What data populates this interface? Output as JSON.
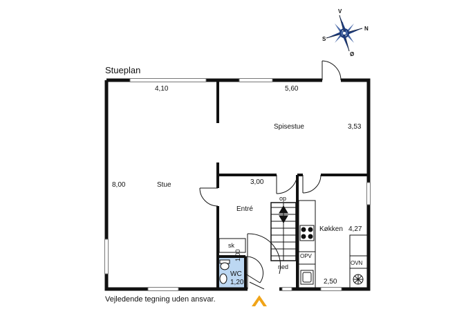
{
  "plan_title": "Stueplan",
  "disclaimer": "Vejledende tegning uden ansvar.",
  "compass": {
    "north": "N",
    "south": "S",
    "east": "Ø",
    "west": "V"
  },
  "rooms": {
    "stue": "Stue",
    "spisestue": "Spisestue",
    "entre": "Entré",
    "kokken": "Køkken",
    "wc": "WC",
    "skab": "sk"
  },
  "stairs": {
    "up": "op",
    "down": "ned"
  },
  "appliances": {
    "opv": "OPV",
    "ovn": "OVN"
  },
  "dimensions": {
    "stue_width": "4,10",
    "stue_length": "8,00",
    "spisestue_width": "5,60",
    "spisestue_depth": "3,53",
    "entre_width": "3,00",
    "kokken_length": "4,27",
    "kokken_width": "2,50",
    "wc_length": "1,00",
    "wc_width": "1,20"
  },
  "colors": {
    "wall": "#111111",
    "window": "#9a9a9a",
    "wc_highlight": "#bcd7f2",
    "entrance_arrow": "#f0a418"
  }
}
